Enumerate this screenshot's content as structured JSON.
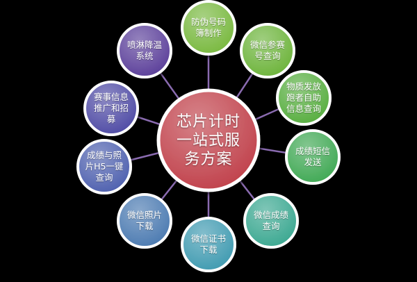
{
  "center": {
    "label": "芯片计时\n一站式服\n务方案",
    "color": "#c0404a"
  },
  "nodes": [
    {
      "id": "anti-fake",
      "label": "防伪号码\n簿制作",
      "color": "#78b83e"
    },
    {
      "id": "wx-entry",
      "label": "微信参赛\n号查询",
      "color": "#6cb33a"
    },
    {
      "id": "material",
      "label": "物质发放\n跑者自助\n信息查询",
      "color": "#56ad3e"
    },
    {
      "id": "sms",
      "label": "成绩短信\n发送",
      "color": "#3fa853"
    },
    {
      "id": "wx-result",
      "label": "微信成绩\n查询",
      "color": "#3aa790"
    },
    {
      "id": "wx-cert",
      "label": "微信证书\n下载",
      "color": "#3f9ab0"
    },
    {
      "id": "wx-photo",
      "label": "微信照片\n下载",
      "color": "#4a79b0"
    },
    {
      "id": "h5-query",
      "label": "成绩与照\n片H5一键\n查询",
      "color": "#4d5fae"
    },
    {
      "id": "recruit",
      "label": "赛事信息\n推广和招\n募",
      "color": "#4e4aa4"
    },
    {
      "id": "spray",
      "label": "喷淋降温\n系统",
      "color": "#5a3e99"
    }
  ],
  "connector_color": "#8a6bb0"
}
